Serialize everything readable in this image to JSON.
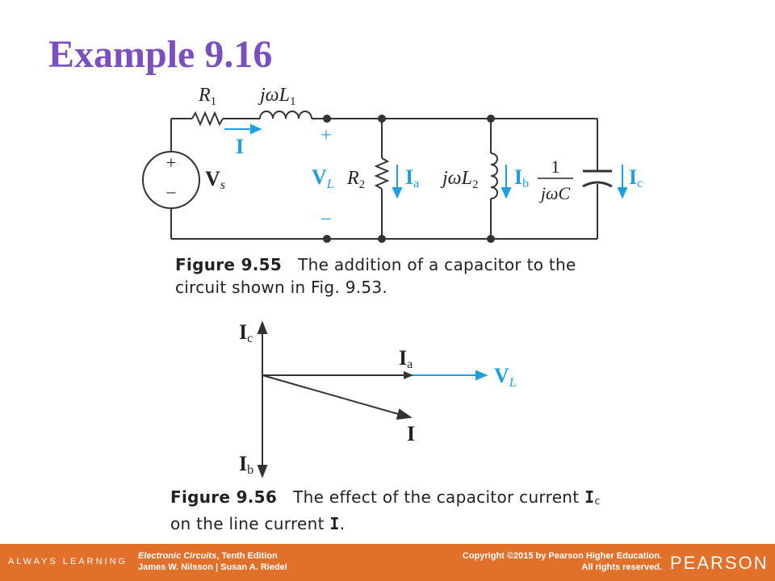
{
  "slide": {
    "title": "Example 9.16"
  },
  "circuit": {
    "source_label": "V",
    "source_sub": "s",
    "source_plus": "+",
    "source_minus": "–",
    "r1": "R",
    "r1_sub": "1",
    "l1_prefix": "jωL",
    "l1_sub": "1",
    "current_i": "I",
    "vl_label": "V",
    "vl_sub": "L",
    "vl_plus": "+",
    "vl_minus": "–",
    "r2": "R",
    "r2_sub": "2",
    "ia": "I",
    "ia_sub": "a",
    "l2_prefix": "jωL",
    "l2_sub": "2",
    "ib": "I",
    "ib_sub": "b",
    "c_num": "1",
    "c_den": "jωC",
    "ic": "I",
    "ic_sub": "c"
  },
  "figure1": {
    "number": "Figure 9.55",
    "text": "The addition of a capacitor to the circuit shown in Fig. 9.53."
  },
  "phasor": {
    "ic": "I",
    "ic_sub": "c",
    "ia": "I",
    "ia_sub": "a",
    "vl": "V",
    "vl_sub": "L",
    "i": "I",
    "ib": "I",
    "ib_sub": "b"
  },
  "figure2": {
    "number": "Figure 9.56",
    "text_before": "The effect of the capacitor current",
    "sym": "I",
    "sym_sub": "c",
    "text_mid": "on the line current",
    "sym2": "I",
    "text_end": "."
  },
  "footer": {
    "tagline": "ALWAYS LEARNING",
    "book_title": "Electronic Circuits",
    "book_edition": ", Tenth Edition",
    "authors": "James W. Nilsson | Susan A. Riedel",
    "copyright1": "Copyright ©2015 by Pearson Higher Education.",
    "copyright2": "All rights reserved.",
    "brand": "PEARSON"
  },
  "colors": {
    "title": "#7b4fbf",
    "accent_blue": "#1ea0e0",
    "footer": "#e0702a"
  }
}
